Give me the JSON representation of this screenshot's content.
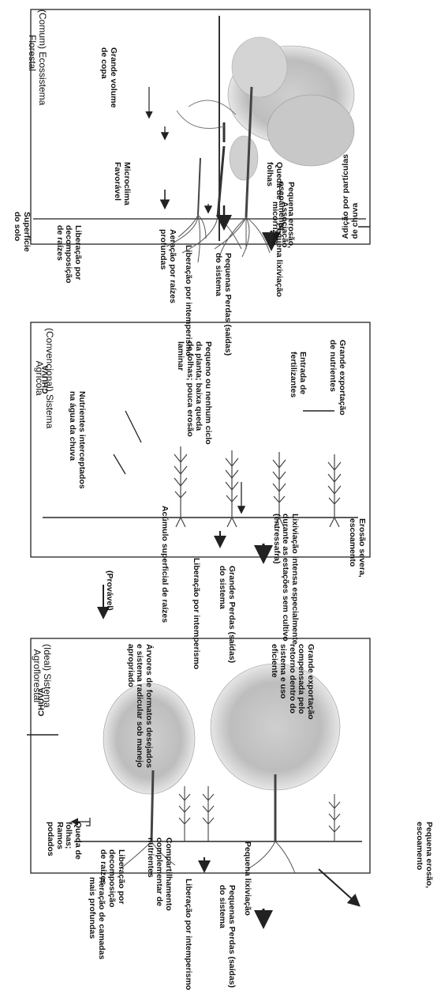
{
  "panel_forest": {
    "title": "(Comum) Ecossistema\nFlorestal",
    "canopy": "Grande volume\nde copa",
    "rain_addition": "Adição por partículas\nde chuva",
    "microclimate": "Microclima\nFavorável",
    "leaf_fall": "Queda de\nfolhas",
    "mycorrhiza": "Associação\nmicorrízica",
    "soil_surface": "Superfície\ndo solo",
    "erosion": "Pequena erosão,\nescoamento",
    "leaching": "Pequena lixiviação",
    "aeration": "Aeração por raízes\nprofundas",
    "root_release": "Liberação por\ndecomposição\nde raízes",
    "weathering": "Liberação por intemperismo",
    "losses": "Pequenas Perdas (saídas)\ndo sistema"
  },
  "panel_conventional": {
    "title": "(Convencional) Sistema\nAgrícola",
    "rain_label": "CHUVA",
    "cycle": "Pequeno ou nenhum ciclo\nda planta; baixa queda\nde folhas; pouca erosão\nlaminar",
    "intercepted": "Nutrientes interceptados\nna água da chuva",
    "export": "Grande exportação\nde nutrientes",
    "fertilizer": "Entrada de\nfertilizantes",
    "root_accumulation": "Acúmulo superficial de raízes",
    "leaching": "Lixiviação intensa especialmente\ndurante as estações sem cultivo\n(entressafra)",
    "erosion": "Erosão severa,\nescoamento",
    "probable": "(Provável)",
    "weathering": "Liberação por intemperismo",
    "losses": "Grandes Perdas (saídas)\ndo sistema"
  },
  "panel_agroforestry": {
    "title": "(Ideal) Sistema\nAgroflorestal",
    "rain_label": "CHUVA",
    "trees": "Árvores de formatos desejados\ne sistema radicular sob manejo\napropriado",
    "export": "Grande exportação\ncompensada pelo\nretorno dentro do\nsistema e uso\neficiente",
    "leaf_fall": "Queda de\nfolhas;\nRamos\npodados",
    "root_release": "Liberação por\ndecomposição\nde raízes",
    "sharing": "Compartilhamento\ncomplementar de\nnutrientes",
    "leaching": "Pequena lixiviação",
    "erosion": "Pequena erosão,\nescoamento",
    "aeration": "Aeração de camadas\nmais profundas",
    "weathering": "Liberação por intemperismo",
    "losses": "Pequenas Perdas (saídas)\ndo sistema"
  }
}
